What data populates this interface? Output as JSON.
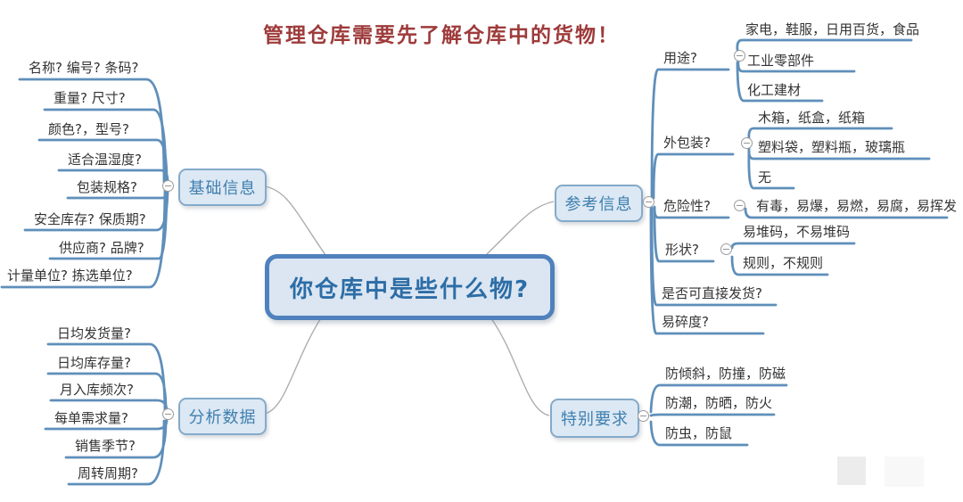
{
  "title": "管理仓库需要先了解仓库中的货物！",
  "center": {
    "label": "你仓库中是些什么物?"
  },
  "branches": {
    "basic_info": {
      "label": "基础信息",
      "items": [
        "名称? 编号? 条码?",
        "重量? 尺寸?",
        "颜色?，型号?",
        "适合温湿度?",
        "包装规格?",
        "安全库存? 保质期?",
        "供应商? 品牌?",
        "计量单位? 拣选单位?"
      ]
    },
    "analysis_data": {
      "label": "分析数据",
      "items": [
        "日均发货量?",
        "日均库存量?",
        "月入库频次?",
        "每单需求量?",
        "销售季节?",
        "周转周期?"
      ]
    },
    "reference_info": {
      "label": "参考信息",
      "subtopics": [
        {
          "label": "用途?",
          "children": [
            "家电，鞋服，日用百货，食品",
            "工业零部件",
            "化工建材"
          ]
        },
        {
          "label": "外包装?",
          "children": [
            "木箱，纸盒，纸箱",
            "塑料袋，塑料瓶，玻璃瓶",
            "无"
          ]
        },
        {
          "label": "危险性?",
          "children": [
            "有毒，易爆，易燃，易腐，易挥发"
          ]
        },
        {
          "label": "形状?",
          "children": [
            "易堆码，不易堆码",
            "规则，不规则"
          ]
        },
        {
          "label": "是否可直接发货?",
          "children": []
        },
        {
          "label": "易碎度?",
          "children": []
        }
      ]
    },
    "special_requirements": {
      "label": "特别要求",
      "items": [
        "防倾斜，防撞，防磁",
        "防潮，防晒，防火",
        "防虫，防鼠"
      ]
    }
  },
  "icons": {
    "collapse": "−"
  },
  "colors": {
    "title_red": "#9e3b3b",
    "line_blue": "#5f8fba",
    "connector_gray": "#aeaeae",
    "node_fill": "#dce8f4",
    "node_border": "#84aac9",
    "center_border": "#4f81bd",
    "center_text": "#2d6da6"
  }
}
